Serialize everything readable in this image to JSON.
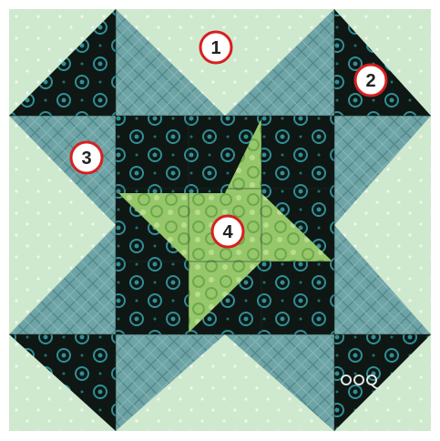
{
  "block": {
    "labels": [
      {
        "id": "1",
        "text": "1",
        "patch": "background-light-green"
      },
      {
        "id": "2",
        "text": "2",
        "patch": "dark-teal-print"
      },
      {
        "id": "3",
        "text": "3",
        "patch": "blue-plaid"
      },
      {
        "id": "4",
        "text": "4",
        "patch": "green-batik-center"
      }
    ],
    "colors": {
      "frame": "#ffffff",
      "light_green": "#cfe9cf",
      "light_green_dots": "#e9f6e9",
      "dark_print": "#0e1714",
      "teal_motif": "#2f8f95",
      "teal_plaid": "#6fa4a6",
      "plaid_lines": "#3f7779",
      "green_batik": "#96c86b",
      "green_batik_light": "#b8dd8c",
      "label_ring": "#d71f1f",
      "label_fill": "#ffffff"
    },
    "logo_icon": "three-swirl-logo"
  }
}
